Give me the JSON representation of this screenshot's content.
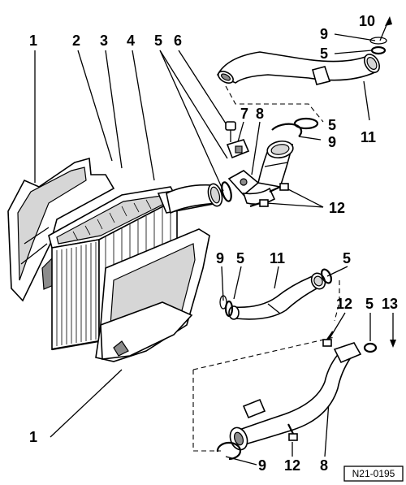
{
  "labels": {
    "l1_top": "1",
    "l2": "2",
    "l3": "3",
    "l4": "4",
    "l5_a": "5",
    "l6": "6",
    "l7": "7",
    "l8_top": "8",
    "l5_b": "5",
    "l9_a": "9",
    "l10": "10",
    "l9_b": "9",
    "l5_c": "5",
    "l11_top": "11",
    "l12_top": "12",
    "l9_c": "9",
    "l5_d": "5",
    "l11_mid": "11",
    "l5_e": "5",
    "l12_mid": "12",
    "l5_f": "5",
    "l13": "13",
    "l1_bottom": "1",
    "l9_d": "9",
    "l12_bottom": "12",
    "l8_bottom": "8"
  },
  "reference_code": "N21-0195",
  "icons": [
    "intercooler-core",
    "air-duct-shroud",
    "charge-air-hose",
    "charge-air-pipe",
    "o-ring",
    "circlip",
    "bolt",
    "pressure-sensor",
    "connector-flange"
  ]
}
